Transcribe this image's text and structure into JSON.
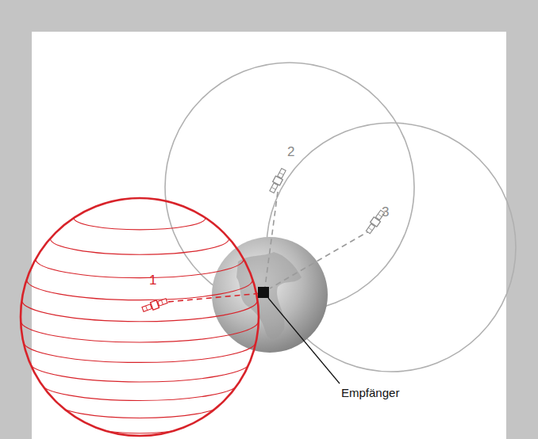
{
  "diagram": {
    "labels": [
      "1",
      "2",
      "3",
      "Empfänger"
    ]
  }
}
